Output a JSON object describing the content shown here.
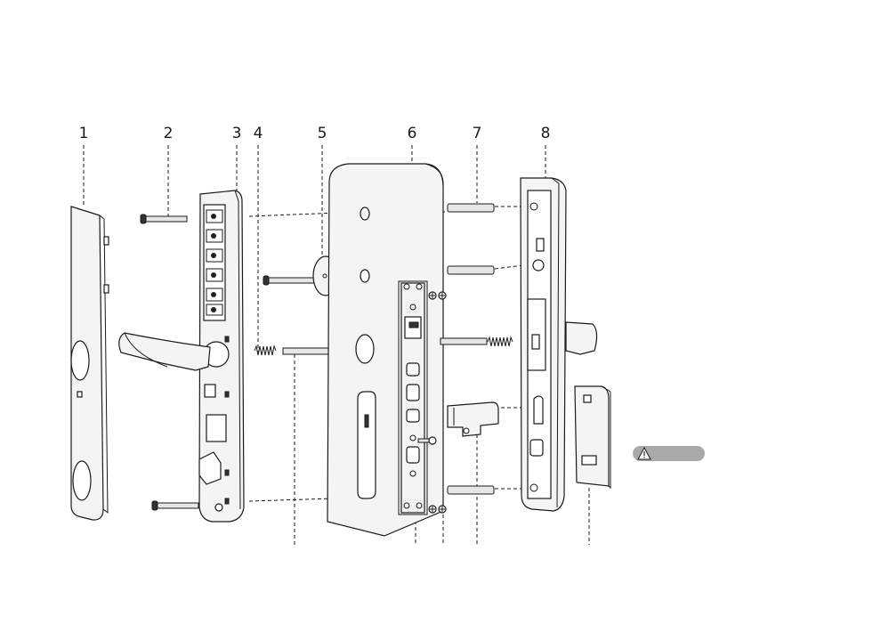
{
  "callouts": [
    "1",
    "2",
    "3",
    "4",
    "5",
    "6",
    "7",
    "8"
  ],
  "warning": {
    "icon": "warning-triangle-icon",
    "label": ""
  },
  "colors": {
    "line": "#1a1a1a",
    "fill": "#f4f4f4",
    "badge": "#a9a9a9"
  }
}
